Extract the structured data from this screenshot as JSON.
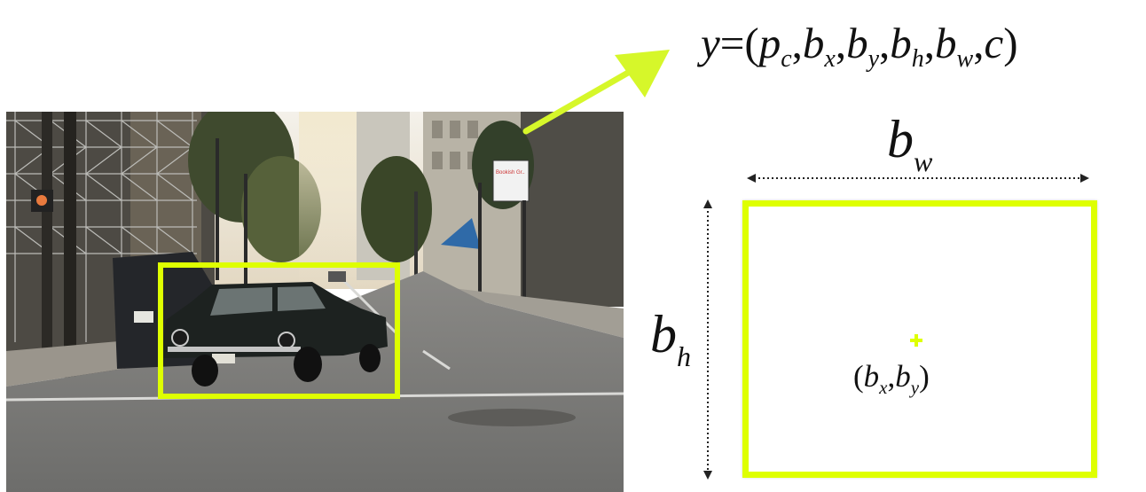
{
  "formula": {
    "lhs": "y",
    "equals": "=",
    "open": "(",
    "close": ")",
    "sep": ",",
    "terms": [
      {
        "base": "p",
        "sub": "c"
      },
      {
        "base": "b",
        "sub": "x"
      },
      {
        "base": "b",
        "sub": "y"
      },
      {
        "base": "b",
        "sub": "h"
      },
      {
        "base": "b",
        "sub": "w"
      },
      {
        "base": "c",
        "sub": ""
      }
    ]
  },
  "diagram": {
    "width_label": {
      "base": "b",
      "sub": "w"
    },
    "height_label": {
      "base": "b",
      "sub": "h"
    },
    "center_label": {
      "open": "(",
      "b1": "b",
      "s1": "x",
      "sep": ",",
      "b2": "b",
      "s2": "y",
      "close": ")"
    }
  },
  "colors": {
    "highlight": "#deff00",
    "arrow": "#d6f72a",
    "text": "#111111"
  },
  "photo": {
    "subject": "vintage-car-on-city-street",
    "sign_text": "Bookish Gr.."
  }
}
